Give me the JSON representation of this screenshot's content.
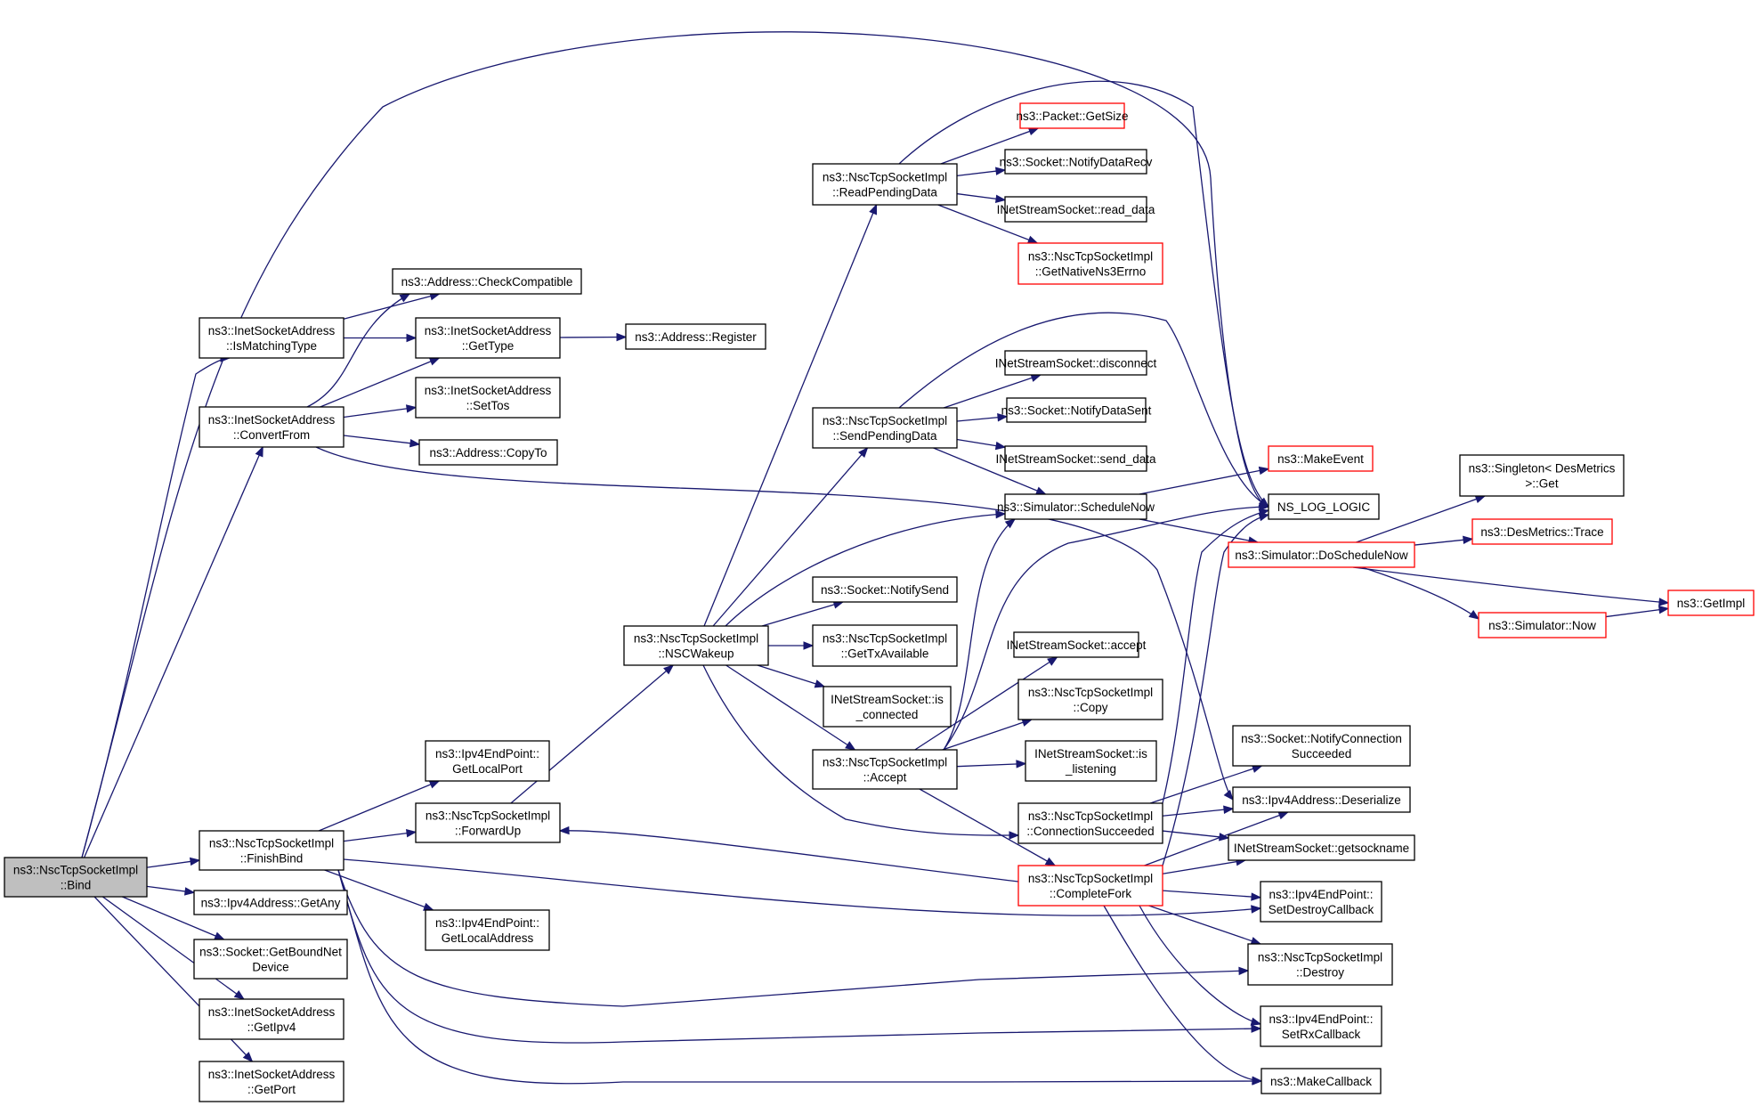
{
  "graph": {
    "title": "",
    "colors": {
      "edge": "#191970",
      "border_default": "#000000",
      "border_truncated": "#ff0000",
      "root_fill": "#bfbfbf"
    },
    "nodes": [
      {
        "id": "bind",
        "lines": [
          "ns3::NscTcpSocketImpl",
          "::Bind"
        ],
        "root": true
      },
      {
        "id": "ismatching",
        "lines": [
          "ns3::InetSocketAddress",
          "::IsMatchingType"
        ]
      },
      {
        "id": "convertfrom",
        "lines": [
          "ns3::InetSocketAddress",
          "::ConvertFrom"
        ]
      },
      {
        "id": "finishbind",
        "lines": [
          "ns3::NscTcpSocketImpl",
          "::FinishBind"
        ]
      },
      {
        "id": "ipv4getany",
        "lines": [
          "ns3::Ipv4Address::GetAny"
        ]
      },
      {
        "id": "getboundnet",
        "lines": [
          "ns3::Socket::GetBoundNet",
          "Device"
        ]
      },
      {
        "id": "getipv4",
        "lines": [
          "ns3::InetSocketAddress",
          "::GetIpv4"
        ]
      },
      {
        "id": "getport",
        "lines": [
          "ns3::InetSocketAddress",
          "::GetPort"
        ]
      },
      {
        "id": "checkcompat",
        "lines": [
          "ns3::Address::CheckCompatible"
        ]
      },
      {
        "id": "gettype",
        "lines": [
          "ns3::InetSocketAddress",
          "::GetType"
        ]
      },
      {
        "id": "settos",
        "lines": [
          "ns3::InetSocketAddress",
          "::SetTos"
        ]
      },
      {
        "id": "copyto",
        "lines": [
          "ns3::Address::CopyTo"
        ]
      },
      {
        "id": "register",
        "lines": [
          "ns3::Address::Register"
        ]
      },
      {
        "id": "getlocalport",
        "lines": [
          "ns3::Ipv4EndPoint::",
          "GetLocalPort"
        ]
      },
      {
        "id": "forwardup",
        "lines": [
          "ns3::NscTcpSocketImpl",
          "::ForwardUp"
        ]
      },
      {
        "id": "getlocaladdr",
        "lines": [
          "ns3::Ipv4EndPoint::",
          "GetLocalAddress"
        ]
      },
      {
        "id": "nscwakeup",
        "lines": [
          "ns3::NscTcpSocketImpl",
          "::NSCWakeup"
        ]
      },
      {
        "id": "readpending",
        "lines": [
          "ns3::NscTcpSocketImpl",
          "::ReadPendingData"
        ]
      },
      {
        "id": "sendpending",
        "lines": [
          "ns3::NscTcpSocketImpl",
          "::SendPendingData"
        ]
      },
      {
        "id": "notifysend",
        "lines": [
          "ns3::Socket::NotifySend"
        ]
      },
      {
        "id": "gettxavail",
        "lines": [
          "ns3::NscTcpSocketImpl",
          "::GetTxAvailable"
        ]
      },
      {
        "id": "isconnected",
        "lines": [
          "INetStreamSocket::is",
          "_connected"
        ]
      },
      {
        "id": "accept",
        "lines": [
          "ns3::NscTcpSocketImpl",
          "::Accept"
        ]
      },
      {
        "id": "getsize",
        "lines": [
          "ns3::Packet::GetSize"
        ],
        "truncated": true
      },
      {
        "id": "notifydatarecv",
        "lines": [
          "ns3::Socket::NotifyDataRecv"
        ]
      },
      {
        "id": "readdata",
        "lines": [
          "INetStreamSocket::read_data"
        ]
      },
      {
        "id": "getnative",
        "lines": [
          "ns3::NscTcpSocketImpl",
          "::GetNativeNs3Errno"
        ],
        "truncated": true
      },
      {
        "id": "disconnect",
        "lines": [
          "INetStreamSocket::disconnect"
        ]
      },
      {
        "id": "notifydatasent",
        "lines": [
          "ns3::Socket::NotifyDataSent"
        ]
      },
      {
        "id": "senddata",
        "lines": [
          "INetStreamSocket::send_data"
        ]
      },
      {
        "id": "schedulenow",
        "lines": [
          "ns3::Simulator::ScheduleNow"
        ]
      },
      {
        "id": "insaccept",
        "lines": [
          "INetStreamSocket::accept"
        ]
      },
      {
        "id": "copy",
        "lines": [
          "ns3::NscTcpSocketImpl",
          "::Copy"
        ]
      },
      {
        "id": "islistening",
        "lines": [
          "INetStreamSocket::is",
          "_listening"
        ]
      },
      {
        "id": "connsucc",
        "lines": [
          "ns3::NscTcpSocketImpl",
          "::ConnectionSucceeded"
        ]
      },
      {
        "id": "completefork",
        "lines": [
          "ns3::NscTcpSocketImpl",
          "::CompleteFork"
        ],
        "truncated": true
      },
      {
        "id": "makeevent",
        "lines": [
          "ns3::MakeEvent"
        ],
        "truncated": true
      },
      {
        "id": "nslog",
        "lines": [
          "NS_LOG_LOGIC"
        ]
      },
      {
        "id": "doschedule",
        "lines": [
          "ns3::Simulator::DoScheduleNow"
        ],
        "truncated": true
      },
      {
        "id": "notifyconnsucc",
        "lines": [
          "ns3::Socket::NotifyConnection",
          "Succeeded"
        ]
      },
      {
        "id": "deserialize",
        "lines": [
          "ns3::Ipv4Address::Deserialize"
        ]
      },
      {
        "id": "getsockname",
        "lines": [
          "INetStreamSocket::getsockname"
        ]
      },
      {
        "id": "setdestroy",
        "lines": [
          "ns3::Ipv4EndPoint::",
          "SetDestroyCallback"
        ]
      },
      {
        "id": "destroy",
        "lines": [
          "ns3::NscTcpSocketImpl",
          "::Destroy"
        ]
      },
      {
        "id": "setrx",
        "lines": [
          "ns3::Ipv4EndPoint::",
          "SetRxCallback"
        ]
      },
      {
        "id": "makecallback",
        "lines": [
          "ns3::MakeCallback"
        ]
      },
      {
        "id": "singleton",
        "lines": [
          "ns3::Singleton< DesMetrics",
          " >::Get"
        ]
      },
      {
        "id": "trace",
        "lines": [
          "ns3::DesMetrics::Trace"
        ],
        "truncated": true
      },
      {
        "id": "simnow",
        "lines": [
          "ns3::Simulator::Now"
        ],
        "truncated": true
      },
      {
        "id": "getimpl",
        "lines": [
          "ns3::GetImpl"
        ],
        "truncated": true
      }
    ],
    "edges": [
      [
        "bind",
        "nslog"
      ],
      [
        "bind",
        "ismatching"
      ],
      [
        "bind",
        "convertfrom"
      ],
      [
        "bind",
        "finishbind"
      ],
      [
        "bind",
        "ipv4getany"
      ],
      [
        "bind",
        "getboundnet"
      ],
      [
        "bind",
        "getipv4"
      ],
      [
        "bind",
        "getport"
      ],
      [
        "ismatching",
        "checkcompat"
      ],
      [
        "ismatching",
        "gettype"
      ],
      [
        "convertfrom",
        "checkcompat"
      ],
      [
        "convertfrom",
        "gettype"
      ],
      [
        "convertfrom",
        "settos"
      ],
      [
        "convertfrom",
        "copyto"
      ],
      [
        "convertfrom",
        "deserialize"
      ],
      [
        "gettype",
        "register"
      ],
      [
        "finishbind",
        "getlocalport"
      ],
      [
        "finishbind",
        "forwardup"
      ],
      [
        "finishbind",
        "getlocaladdr"
      ],
      [
        "finishbind",
        "setdestroy"
      ],
      [
        "finishbind",
        "destroy"
      ],
      [
        "finishbind",
        "setrx"
      ],
      [
        "finishbind",
        "makecallback"
      ],
      [
        "forwardup",
        "nscwakeup"
      ],
      [
        "nscwakeup",
        "readpending"
      ],
      [
        "nscwakeup",
        "sendpending"
      ],
      [
        "nscwakeup",
        "schedulenow"
      ],
      [
        "nscwakeup",
        "notifysend"
      ],
      [
        "nscwakeup",
        "gettxavail"
      ],
      [
        "nscwakeup",
        "isconnected"
      ],
      [
        "nscwakeup",
        "accept"
      ],
      [
        "nscwakeup",
        "connsucc"
      ],
      [
        "readpending",
        "nslog"
      ],
      [
        "readpending",
        "getsize"
      ],
      [
        "readpending",
        "notifydatarecv"
      ],
      [
        "readpending",
        "readdata"
      ],
      [
        "readpending",
        "getnative"
      ],
      [
        "sendpending",
        "nslog"
      ],
      [
        "sendpending",
        "disconnect"
      ],
      [
        "sendpending",
        "notifydatasent"
      ],
      [
        "sendpending",
        "senddata"
      ],
      [
        "sendpending",
        "schedulenow"
      ],
      [
        "schedulenow",
        "makeevent"
      ],
      [
        "schedulenow",
        "doschedule"
      ],
      [
        "accept",
        "schedulenow"
      ],
      [
        "accept",
        "nslog"
      ],
      [
        "accept",
        "insaccept"
      ],
      [
        "accept",
        "copy"
      ],
      [
        "accept",
        "islistening"
      ],
      [
        "accept",
        "completefork"
      ],
      [
        "connsucc",
        "notifyconnsucc"
      ],
      [
        "connsucc",
        "deserialize"
      ],
      [
        "connsucc",
        "getsockname"
      ],
      [
        "connsucc",
        "nslog"
      ],
      [
        "completefork",
        "forwardup"
      ],
      [
        "completefork",
        "nslog"
      ],
      [
        "completefork",
        "deserialize"
      ],
      [
        "completefork",
        "getsockname"
      ],
      [
        "completefork",
        "setdestroy"
      ],
      [
        "completefork",
        "destroy"
      ],
      [
        "completefork",
        "setrx"
      ],
      [
        "completefork",
        "makecallback"
      ],
      [
        "doschedule",
        "singleton"
      ],
      [
        "doschedule",
        "trace"
      ],
      [
        "doschedule",
        "simnow"
      ],
      [
        "doschedule",
        "getimpl"
      ],
      [
        "simnow",
        "getimpl"
      ]
    ]
  }
}
